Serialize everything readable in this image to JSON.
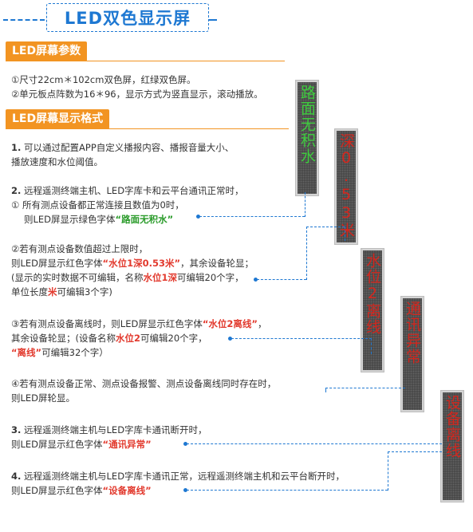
{
  "title": "LED双色显示屏",
  "params": {
    "header": "LED屏幕参数",
    "lines": [
      "①尺寸22cm＊102cm双色屏，红绿双色屏。",
      "②单元板点阵数为16＊96，显示方式为竖直显示，滚动播放。"
    ]
  },
  "format": {
    "header": "LED屏幕显示格式",
    "item1": {
      "num": "1.",
      "line1": " 可以通过配置APP自定义播报内容、播报音量大小、",
      "line2": "播放速度和水位阈值。"
    },
    "item2": {
      "num": "2.",
      "line1": " 远程遥测终端主机、LED字库卡和云平台通讯正常时，",
      "sub1": {
        "line1": "① 所有测点设备都正常连接且数值为0时，",
        "line2_pre": "则LED屏显示绿色字体",
        "line2_hl": "“路面无积水”"
      },
      "sub2": {
        "line1": "②若有测点设备数值超过上限时，",
        "line2_pre": "则LED屏显示红色字体",
        "line2_hl": "“水位1深0.53米”",
        "line2_post": "，其余设备轮显；",
        "line3_pre": "(显示的实时数据不可编辑，名称",
        "line3_hl": "水位1深",
        "line3_post": "可编辑20个字，",
        "line4_pre": "单位长度",
        "line4_hl": "米",
        "line4_post": "可编辑3个字)"
      },
      "sub3": {
        "line1_pre": "③若有测点设备离线时，则LED屏显示红色字体",
        "line1_hl": "“水位2离线”",
        "line1_post": "，",
        "line2_pre": "其余设备轮显；(设备名称",
        "line2_hl": "水位2",
        "line2_post": "可编辑20个字，",
        "line3_hl": "“离线”",
        "line3_post": "可编辑32个字）"
      },
      "sub4": {
        "line1": "④若有测点设备正常、测点设备报警、测点设备离线同时存在时，",
        "line2": "则LED屏轮显。"
      }
    },
    "item3": {
      "num": "3.",
      "line1": " 远程遥测终端主机与LED字库卡通讯断开时，",
      "line2_pre": "则LED屏显示红色字体",
      "line2_hl": "“通讯异常”"
    },
    "item4": {
      "num": "4.",
      "line1": " 远程遥测终端主机与LED字库卡通讯正常，远程遥测终端主机和云平台断开时，",
      "line2_pre": "则LED屏显示红色字体",
      "line2_hl": "“设备离线”"
    }
  },
  "screens": [
    {
      "text": "路面无积水",
      "color": "green"
    },
    {
      "text": "深0.53米",
      "color": "red"
    },
    {
      "text": "水位2离线",
      "color": "red"
    },
    {
      "text": "通讯异常",
      "color": "red"
    },
    {
      "text": "设备离线",
      "color": "red"
    }
  ],
  "colors": {
    "accent": "#1e78d2",
    "header": "#f29422",
    "green": "#2a9b2a",
    "red": "#e23a2e"
  }
}
